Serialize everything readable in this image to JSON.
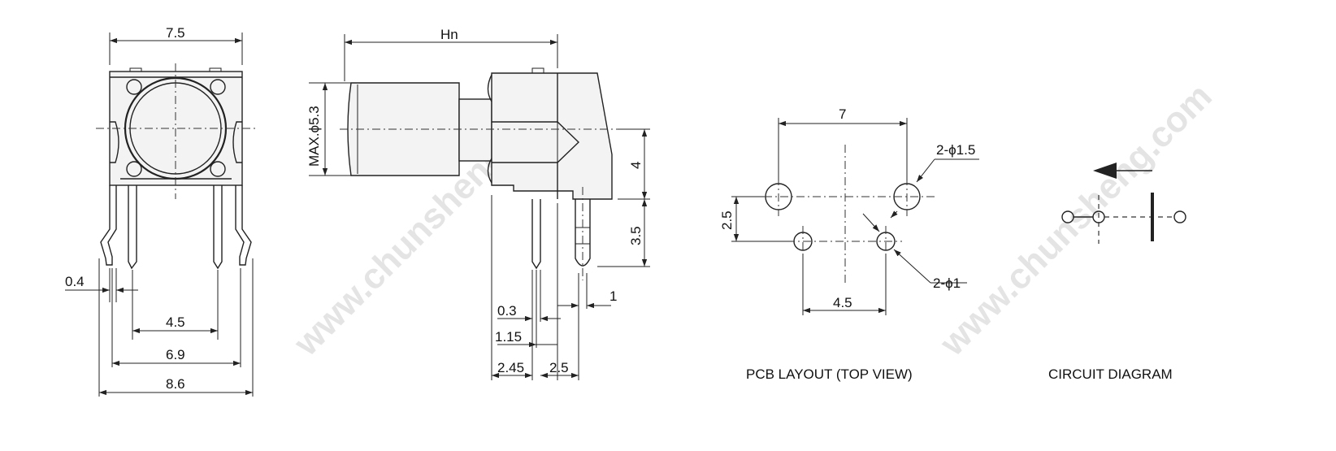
{
  "watermark": "www.chunsheng.com",
  "front_view": {
    "width_top": "7.5",
    "lead_width": "0.4",
    "pin_spacing_inner": "4.5",
    "pin_spacing_mid": "6.9",
    "pin_spacing_outer": "8.6"
  },
  "side_view": {
    "length": "Hn",
    "cap_diameter": "MAX.ϕ5.3",
    "height_upper": "4",
    "height_lower": "3.5",
    "d_1": "1",
    "d_0_3": "0.3",
    "d_1_15": "1.15",
    "d_2_45": "2.45",
    "d_2_5": "2.5"
  },
  "pcb_layout": {
    "title": "PCB LAYOUT (TOP VIEW)",
    "spacing_top": "7",
    "spacing_bottom": "4.5",
    "row_spacing": "2.5",
    "large_holes": "2-ϕ1.5",
    "small_holes": "2-ϕ1"
  },
  "circuit": {
    "title": "CIRCUIT DIAGRAM"
  },
  "colors": {
    "line": "#222222",
    "background": "#ffffff",
    "watermark": "#cfcfcf"
  }
}
